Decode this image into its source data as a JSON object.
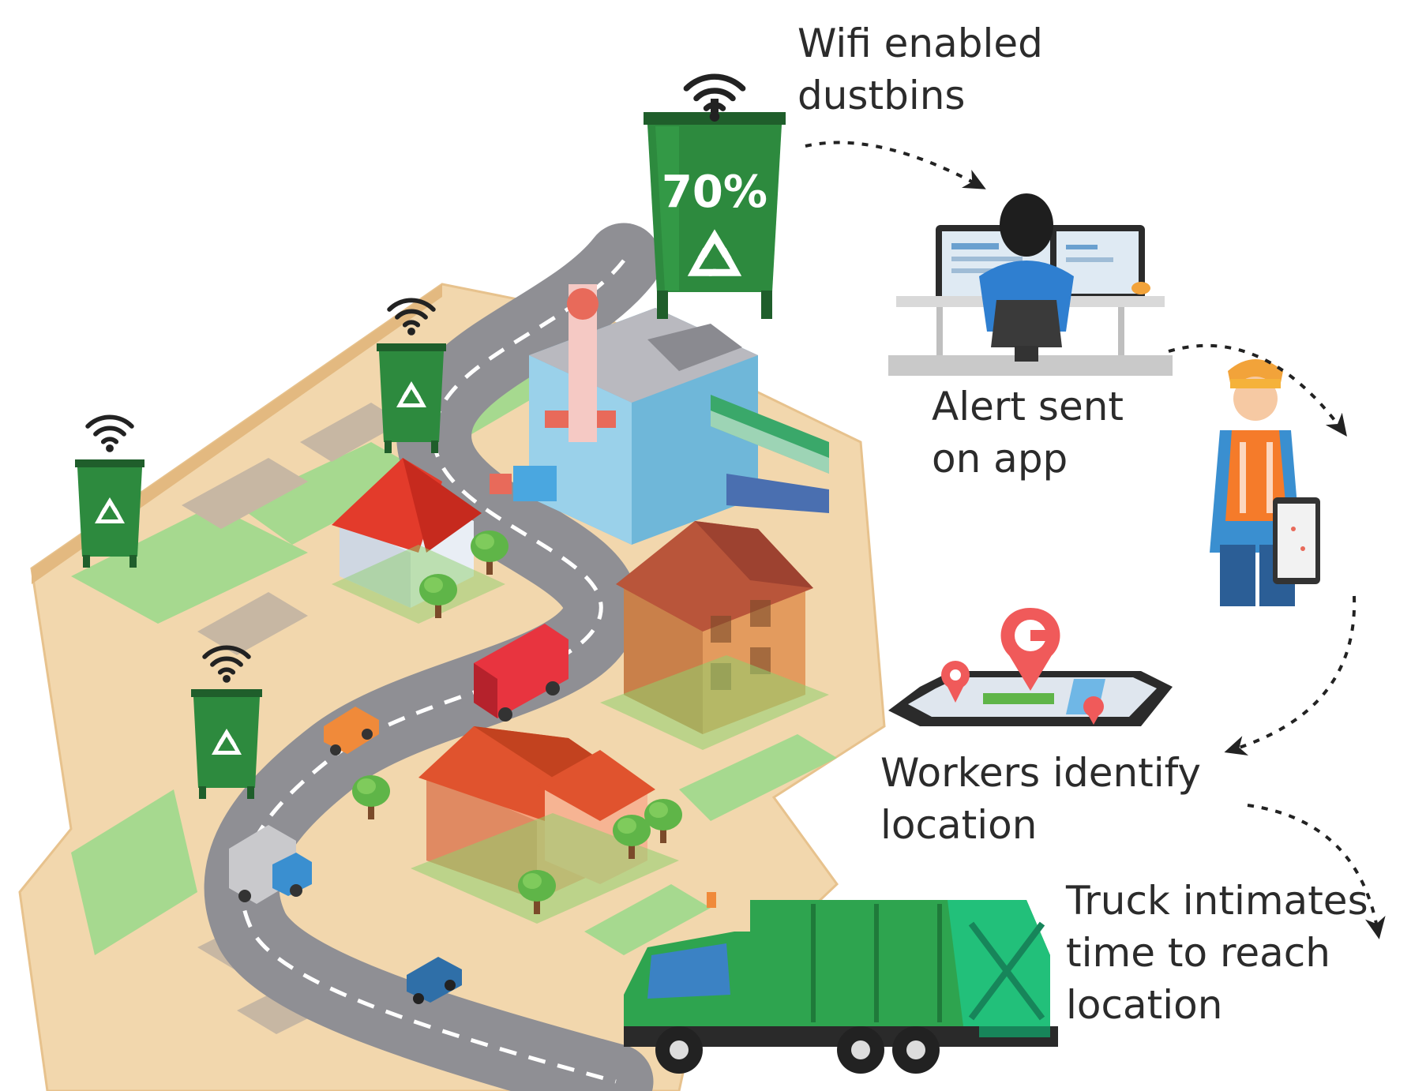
{
  "steps": {
    "wifi": {
      "line1": "Wifi enabled",
      "line2": "dustbins"
    },
    "alert": {
      "line1": "Alert sent",
      "line2": "on app"
    },
    "workers": {
      "line1": "Workers identify",
      "line2": "location"
    },
    "truck": {
      "line1": "Truck intimates",
      "line2": "time to reach",
      "line3": "location"
    }
  },
  "main_bin": {
    "fill_level": "70%"
  },
  "colors": {
    "bin_green": "#2d8a3e",
    "bin_dark": "#1f5e2b",
    "road": "#8f8f94",
    "ground": "#f2d7ad",
    "grass": "#a6d98f",
    "truck_green": "#2ea44f",
    "pin_red": "#f05a5a"
  },
  "icons": [
    "wifi-icon",
    "recycle-icon",
    "location-pin-icon",
    "dashed-arrow-icon"
  ]
}
